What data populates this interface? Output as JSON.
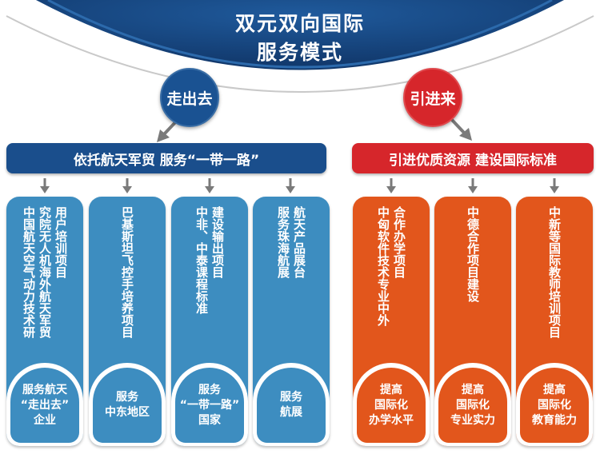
{
  "title": {
    "line1": "双元双向国际",
    "line2": "服务模式"
  },
  "left_circle": "走出去",
  "right_circle": "引进来",
  "left_banner": "依托航天军贸  服务“一带一路”",
  "right_banner": "引进优质资源  建设国际标准",
  "columns": [
    {
      "lines": [
        "中国航天空气动力技术研",
        "究院无人机海外航天军贸",
        "用户培训项目"
      ],
      "bottom": [
        "服务航天",
        "“走出去”",
        "企业"
      ],
      "color": "#3d8dc0"
    },
    {
      "lines": [
        "巴基斯坦飞控手培养项目"
      ],
      "bottom": [
        "服务",
        "中东地区"
      ],
      "color": "#3d8dc0"
    },
    {
      "lines": [
        "中非、中泰课程标准",
        "建设输出项目"
      ],
      "bottom": [
        "服务",
        "“一带一路”",
        "国家"
      ],
      "color": "#3d8dc0"
    },
    {
      "lines": [
        "服务珠海航展",
        "航天产品展台"
      ],
      "bottom": [
        "服务",
        "航展"
      ],
      "color": "#3d8dc0"
    },
    {
      "lines": [
        "中匈软件技术专业中外",
        "合作办学项目"
      ],
      "bottom": [
        "提高",
        "国际化",
        "办学水平"
      ],
      "color": "#e2561c"
    },
    {
      "lines": [
        "中德合作项目建设"
      ],
      "bottom": [
        "提高",
        "国际化",
        "专业实力"
      ],
      "color": "#e2561c"
    },
    {
      "lines": [
        "中新等国际教师培训项目"
      ],
      "bottom": [
        "提高",
        "国际化",
        "教育能力"
      ],
      "color": "#e2561c"
    }
  ],
  "colors": {
    "dark_blue": "#1a4e8c",
    "blue_column": "#3d8dc0",
    "red": "#d6262b",
    "orange_column": "#e2561c",
    "arrow_gray": "#7a7a7a"
  }
}
